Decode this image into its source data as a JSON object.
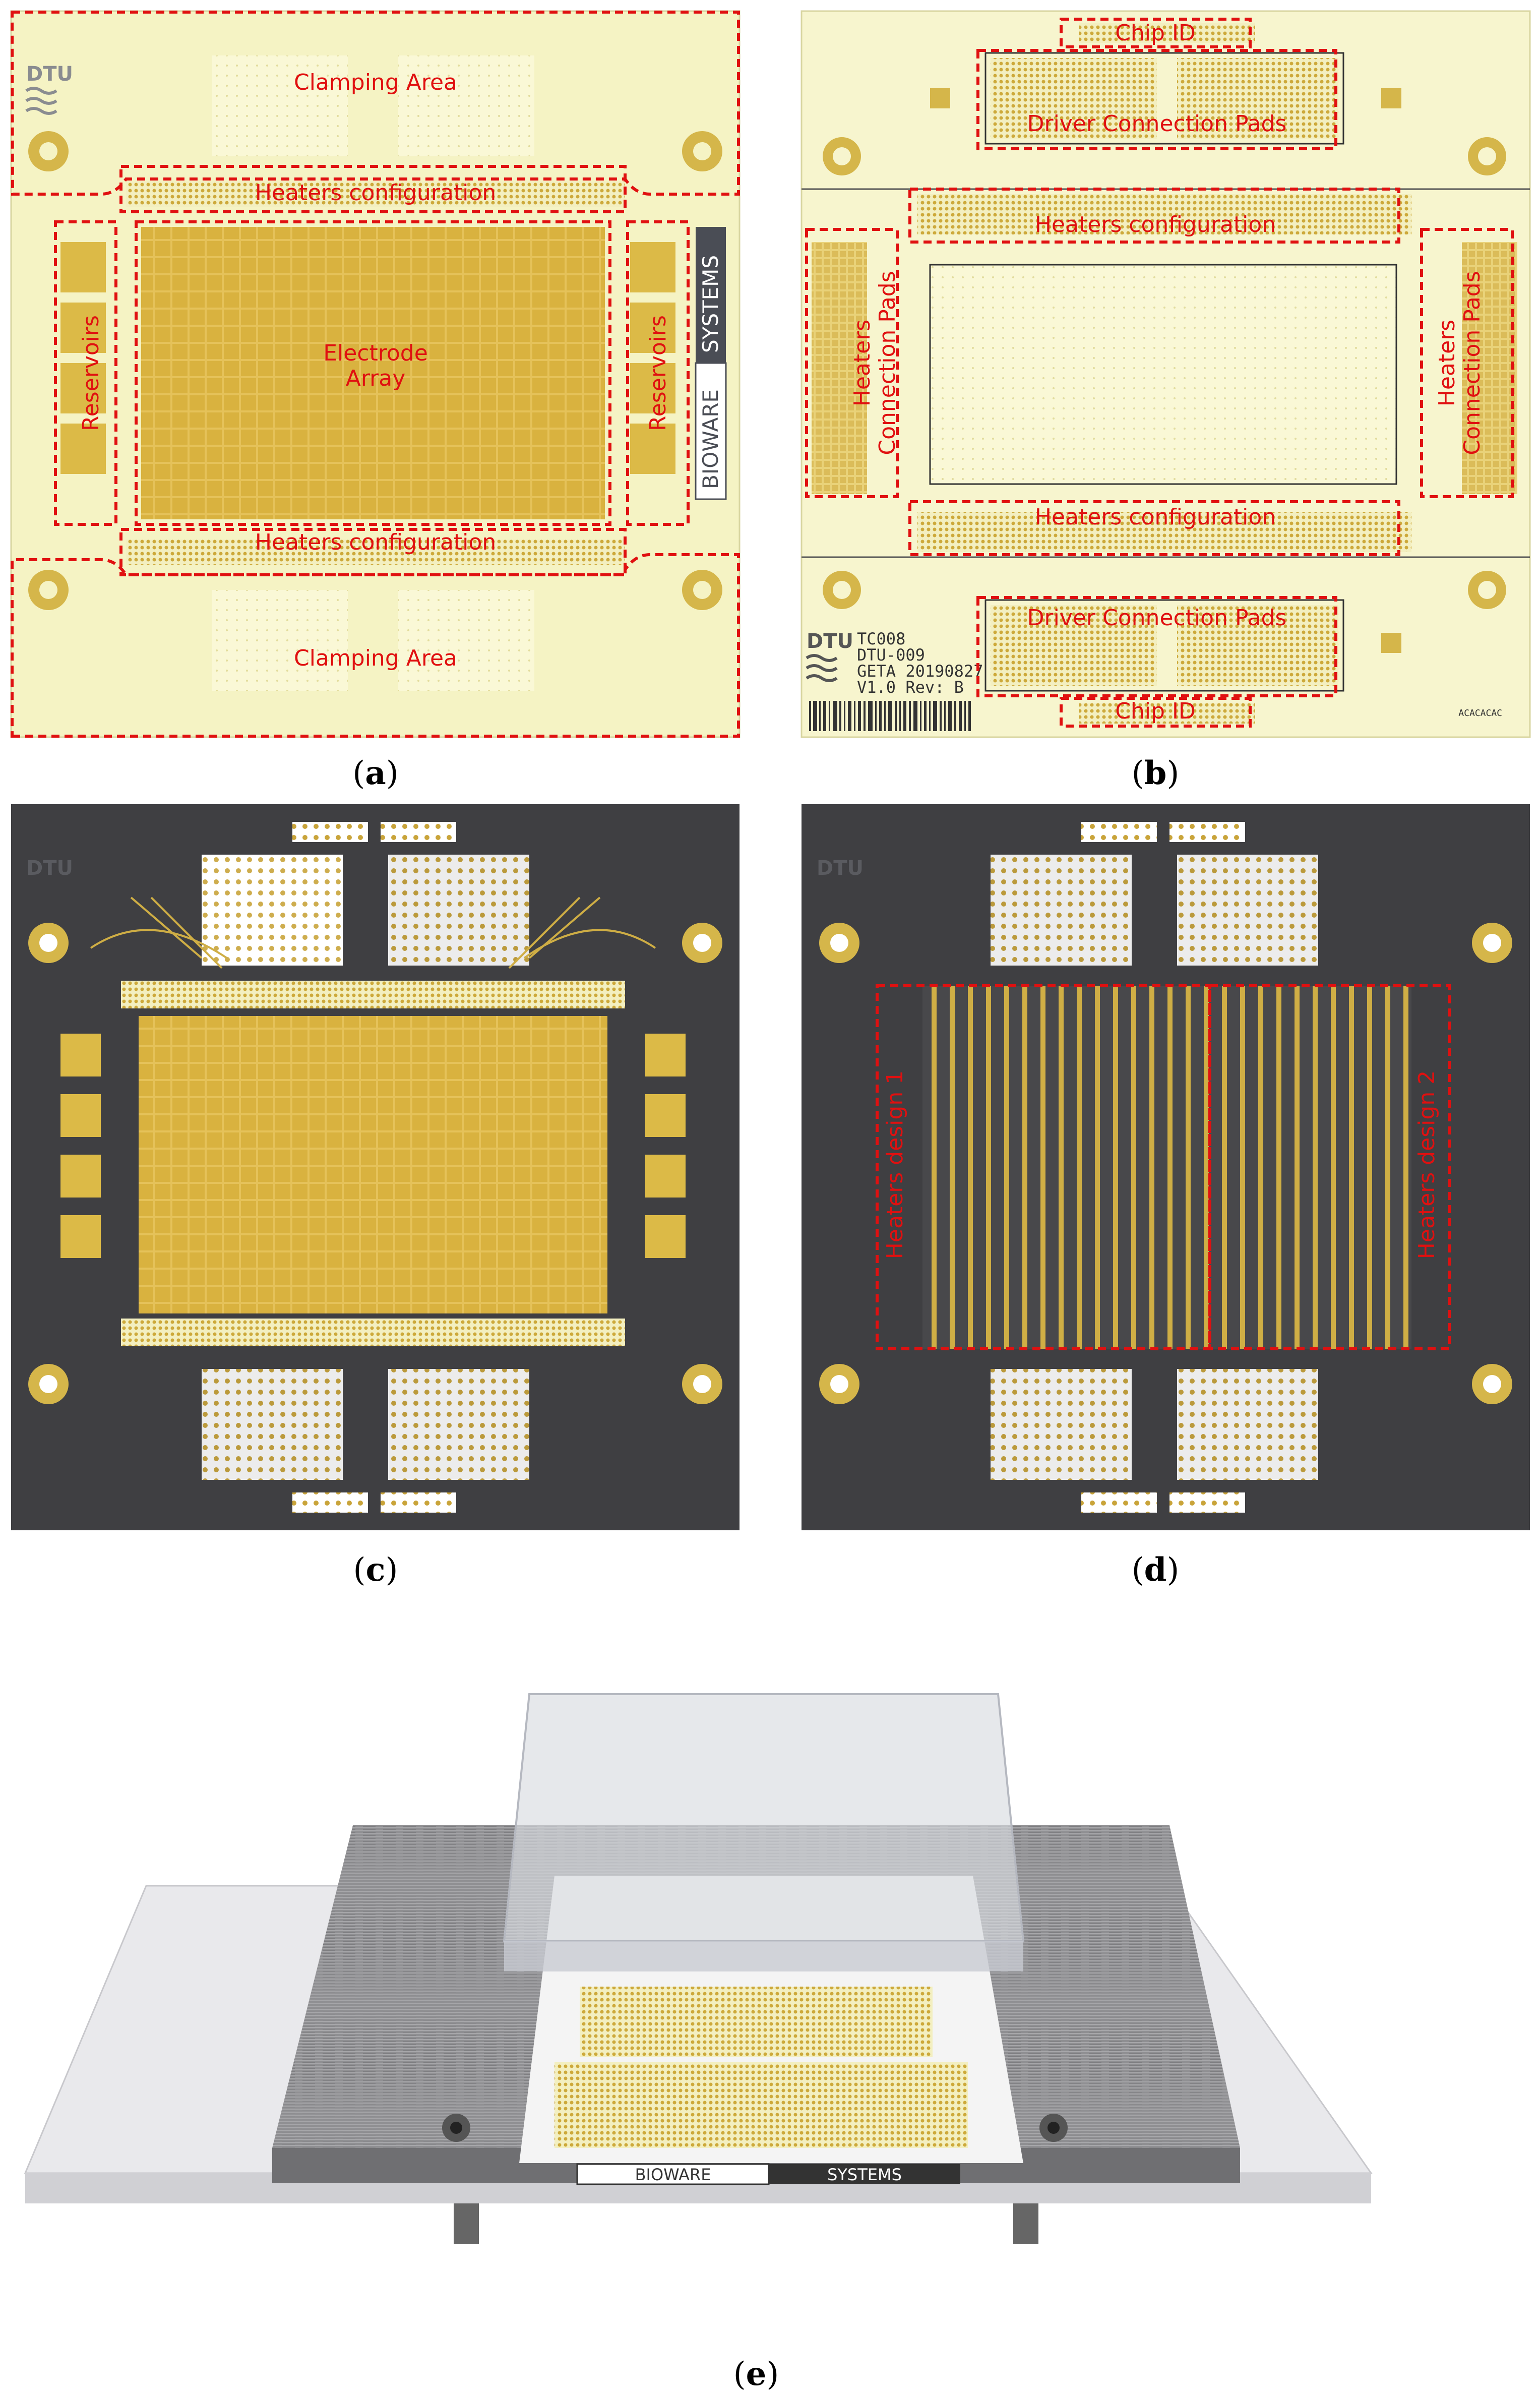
{
  "panels": {
    "a": {
      "caption": "a",
      "labels": {
        "clamping_top": "Clamping  Area",
        "clamping_bottom": "Clamping  Area",
        "heaters_top": "Heaters  configuration",
        "heaters_bottom": "Heaters  configuration",
        "electrode_line1": "Electrode",
        "electrode_line2": "Array",
        "reservoirs_left": "Reservoirs",
        "reservoirs_right": "Reservoirs",
        "logo": "DTU",
        "brand_left": "BIOWARE",
        "brand_right": "SYSTEMS"
      }
    },
    "b": {
      "caption": "b",
      "labels": {
        "chip_id_top": "Chip  ID",
        "chip_id_bottom": "Chip  ID",
        "driver_top": "Driver  Connection  Pads",
        "driver_bottom": "Driver  Connection  Pads",
        "heaters_top": "Heaters  configuration",
        "heaters_bottom": "Heaters  configuration",
        "heaters_conn_left_1": "Heaters",
        "heaters_conn_left_2": "Connection  Pads",
        "heaters_conn_right_1": "Heaters",
        "heaters_conn_right_2": "Connection  Pads",
        "logo": "DTU",
        "info_1": "TC008",
        "info_2": "DTU-009",
        "info_3": "GETA 20190827",
        "info_4": "V1.0  Rev: B",
        "serial": "ACACACAC"
      }
    },
    "c": {
      "caption": "c",
      "labels": {
        "logo": "DTU"
      }
    },
    "d": {
      "caption": "d",
      "labels": {
        "logo": "DTU",
        "design_1": "Heaters  design  1",
        "design_2": "Heaters  design  2"
      }
    },
    "e": {
      "caption": "e",
      "labels": {
        "brand_left": "BIOWARE",
        "brand_right": "SYSTEMS"
      }
    }
  },
  "colors": {
    "pcb_cream": "#f5f3c4",
    "gold": "#d9b84a",
    "dark_board": "#3f3f42",
    "annotation_red": "#e01010"
  }
}
